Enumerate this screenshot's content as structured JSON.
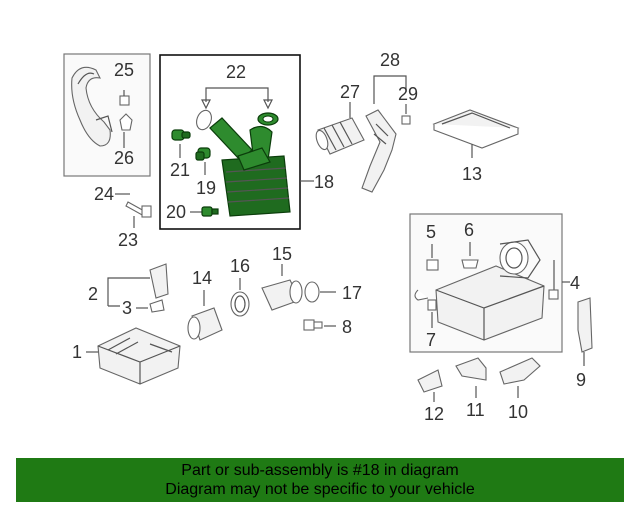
{
  "banner": {
    "line1": "Part or sub-assembly is #18 in diagram",
    "line2": "Diagram may not be specific to your vehicle",
    "color": "#1f7a14"
  },
  "highlight_color": "#2e8b2e",
  "callouts": {
    "c1": "1",
    "c2": "2",
    "c3": "3",
    "c4": "4",
    "c5": "5",
    "c6": "6",
    "c7": "7",
    "c8": "8",
    "c9": "9",
    "c10": "10",
    "c11": "11",
    "c12": "12",
    "c13": "13",
    "c14": "14",
    "c15": "15",
    "c16": "16",
    "c17": "17",
    "c18": "18",
    "c19": "19",
    "c20": "20",
    "c21": "21",
    "c22": "22",
    "c23": "23",
    "c24": "24",
    "c25": "25",
    "c26": "26",
    "c27": "27",
    "c28": "28",
    "c29": "29"
  }
}
